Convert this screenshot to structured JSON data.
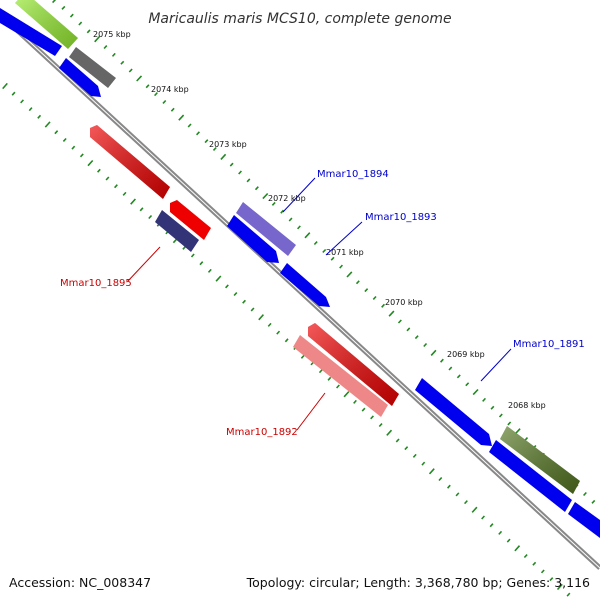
{
  "title": "Maricaulis maris MCS10, complete genome",
  "scale_labels": [
    "2075 kbp",
    "2074 kbp",
    "2073 kbp",
    "2072 kbp",
    "2071 kbp",
    "2070 kbp",
    "2069 kbp",
    "2068 kbp"
  ],
  "gene_labels": [
    {
      "name": "Mmar10_1894",
      "color": "#0000cc"
    },
    {
      "name": "Mmar10_1893",
      "color": "#0000cc"
    },
    {
      "name": "Mmar10_1895",
      "color": "#cc0000"
    },
    {
      "name": "Mmar10_1891",
      "color": "#0000cc"
    },
    {
      "name": "Mmar10_1892",
      "color": "#cc0000"
    }
  ],
  "colors": {
    "backbone": "#888888",
    "ticks": "#228822",
    "forward_cds": "#0000ee",
    "reverse_cds": "#ee0000",
    "highlight_green": "#99ee33",
    "gray_feature": "#666666",
    "purple_feature": "#7766cc",
    "navy_feature": "#333377",
    "pink_feature": "#ee8888",
    "olive_feature": "#557722"
  },
  "footer": {
    "accession": "Accession: NC_008347",
    "summary": "Topology: circular; Length: 3,368,780 bp; Genes: 3,116"
  }
}
